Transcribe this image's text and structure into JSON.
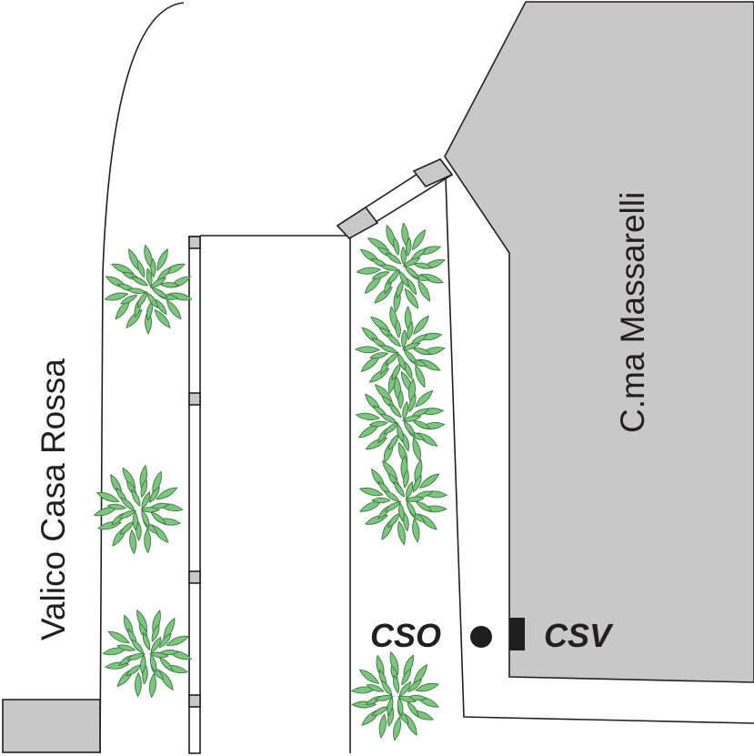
{
  "map": {
    "labels": {
      "road": "Valico Casa Rossa",
      "peak": "C.ma Massarelli",
      "site_open": "CSO",
      "site_vegetation": "CSV"
    },
    "colors": {
      "building_fill": "#c8c8c8",
      "outline": "#231f20",
      "tree_fill": "#7cc47f",
      "tree_stroke": "#3b7a3e",
      "marker": "#1e1e1e"
    },
    "markers": [
      {
        "label": "CSO",
        "shape": "circle"
      },
      {
        "label": "CSV",
        "shape": "square"
      }
    ]
  }
}
